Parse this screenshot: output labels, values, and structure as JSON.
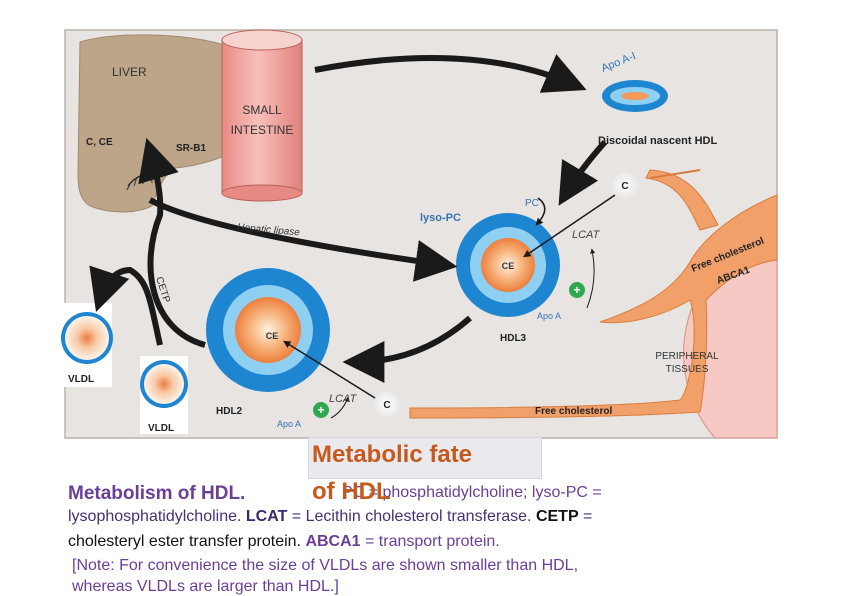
{
  "diagram": {
    "labels": {
      "liver": "LIVER",
      "c_ce": "C, CE",
      "sr_b1": "SR-B1",
      "small_intestine_1": "SMALL",
      "small_intestine_2": "INTESTINE",
      "apo_a1": "Apo A-I",
      "discoidal": "Discoidal nascent HDL",
      "hepatic_lipase": "Hepatic lipase",
      "pc": "PC",
      "lyso_pc": "lyso-PC",
      "lcat_top": "LCAT",
      "ce_hdl3": "CE",
      "hdl3": "HDL3",
      "apo_a_hdl3": "Apo A",
      "c_top": "C",
      "free_chol_top": "Free cholesterol",
      "abca1": "ABCA1",
      "peripheral_1": "PERIPHERAL",
      "peripheral_2": "TISSUES",
      "cetp": "CETP",
      "vldl_left": "VLDL",
      "vldl_mid": "VLDL",
      "ce_hdl2": "CE",
      "hdl2": "HDL2",
      "apo_a_hdl2": "Apo A",
      "lcat_bottom": "LCAT",
      "c_bottom": "C",
      "free_chol_bottom": "Free cholesterol",
      "plus": "+"
    },
    "colors": {
      "background": "#e8e4e1",
      "liver": "#bda58a",
      "intestine": "#f2a9a3",
      "hdl_outer": "#1e86d1",
      "hdl_inner": "#8fd0f2",
      "core": "#f39a5a",
      "tissue": "#f2a06a",
      "peripheral": "#f7c9c4",
      "arrow": "#1a1a1a",
      "plus": "#2fa84f"
    }
  },
  "caption": {
    "fate_title_1": "Metabolic fate",
    "fate_title_2": "of HDL",
    "head": "Metabolism of HDL.",
    "pc_abbr": "PC",
    "pc_def": " = phosphatidylcholine; lyso-PC =",
    "line2_a": "lysophosphatidylcholine. ",
    "lcat_abbr": "LCAT",
    "line2_b": " = Lecithin cholesterol transferase. ",
    "cetp_abbr": "CETP",
    "line2_c": " =",
    "line3_a": "cholesteryl ester transfer protein. ",
    "abca1_abbr": "ABCA1",
    "line3_b": " = transport protein.",
    "note_1": "[Note: For convenience the size of VLDLs are shown smaller than HDL,",
    "note_2": "whereas VLDLs are larger than HDL.]"
  }
}
